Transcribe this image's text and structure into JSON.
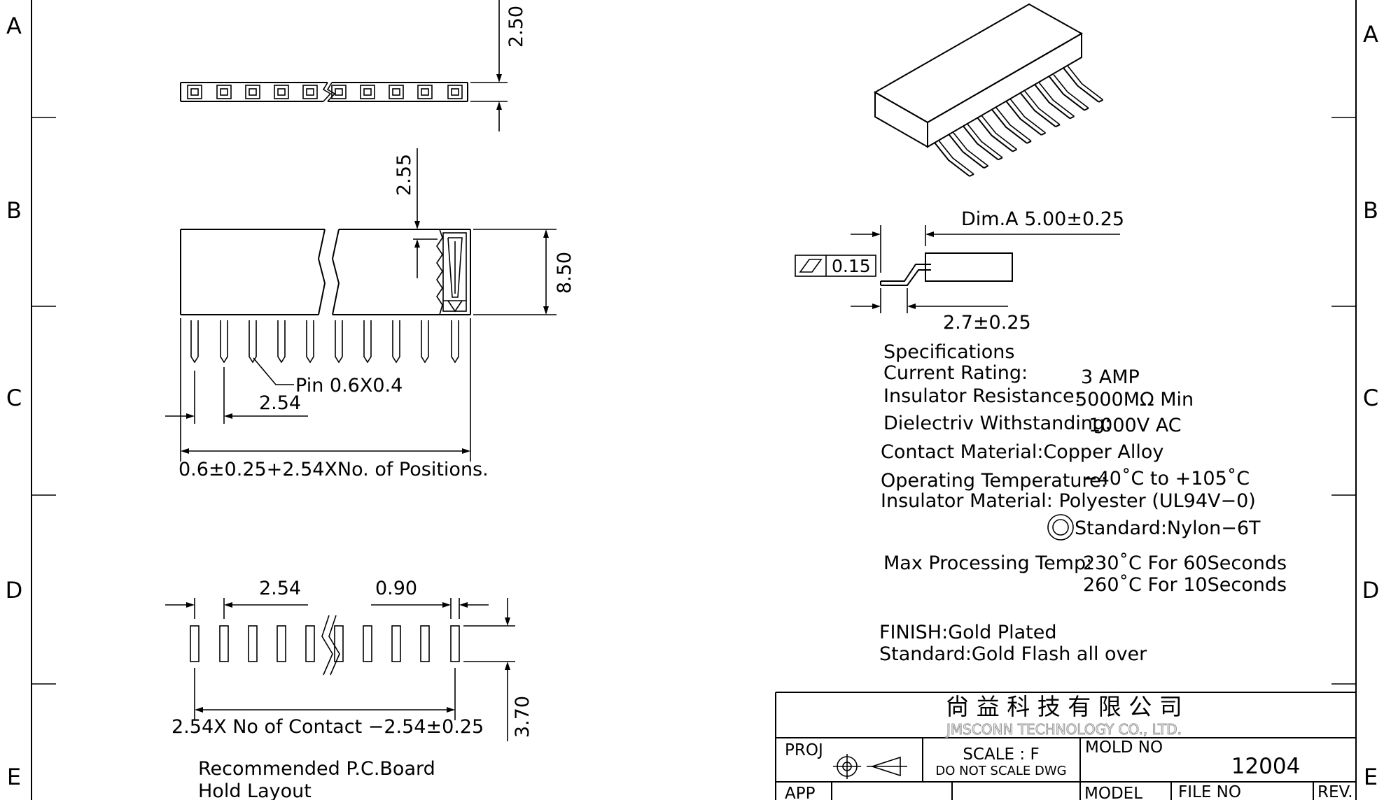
{
  "border": {
    "row_letters": [
      "A",
      "B",
      "C",
      "D",
      "E"
    ]
  },
  "top_view": {
    "dim_height": "2.50"
  },
  "side_view": {
    "dim_top": "2.55",
    "dim_height": "8.50",
    "pin_label": "Pin 0.6X0.4",
    "pitch": "2.54",
    "length_formula": "0.6±0.25+2.54XNo. of Positions."
  },
  "pcb_layout": {
    "pitch": "2.54",
    "hole_width": "0.90",
    "length_formula": "2.54X No of Contact −2.54±0.25",
    "height": "3.70",
    "caption_line1": "Recommended P.C.Board",
    "caption_line2": "Hold Layout"
  },
  "detail": {
    "dim_a": "Dim.A 5.00±0.25",
    "coplanarity": "0.15",
    "dim_b": "2.7±0.25"
  },
  "specifications": {
    "heading": "Specifications",
    "current_label": "Current Rating:",
    "current_value": "3 AMP",
    "resistance_label": "Insulator Resistance:",
    "resistance_value": "5000MΩ Min",
    "dielectric_label": "Dielectriv Withstanding:",
    "dielectric_value": "1000V AC",
    "contact": "Contact Material:Copper Alloy",
    "operating_label": "Operating Temperature:",
    "operating_value": "−40˚C to +105˚C",
    "insulator": "Insulator Material: Polyester (UL94V−0)",
    "standard_material": "Standard:Nylon−6T",
    "max_temp_label": "Max Processing Temp:",
    "max_temp_1": "230˚C For 60Seconds",
    "max_temp_2": "260˚C For 10Seconds",
    "finish": "FINISH:Gold Plated",
    "finish_standard": "Standard:Gold Flash all over"
  },
  "title_block": {
    "company_cn": "尙 益 科 技 有 限 公 司",
    "company_en": "JMSCONN TECHNOLOGY CO., LTD.",
    "proj_label": "PROJ",
    "scale_line1": "SCALE  :  F",
    "scale_line2": "DO NOT SCALE DWG",
    "mold_label": "MOLD NO",
    "mold_value": "12004",
    "app_label": "APP",
    "model_label": "MODEL",
    "file_label": "FILE NO",
    "rev_label": "REV."
  }
}
